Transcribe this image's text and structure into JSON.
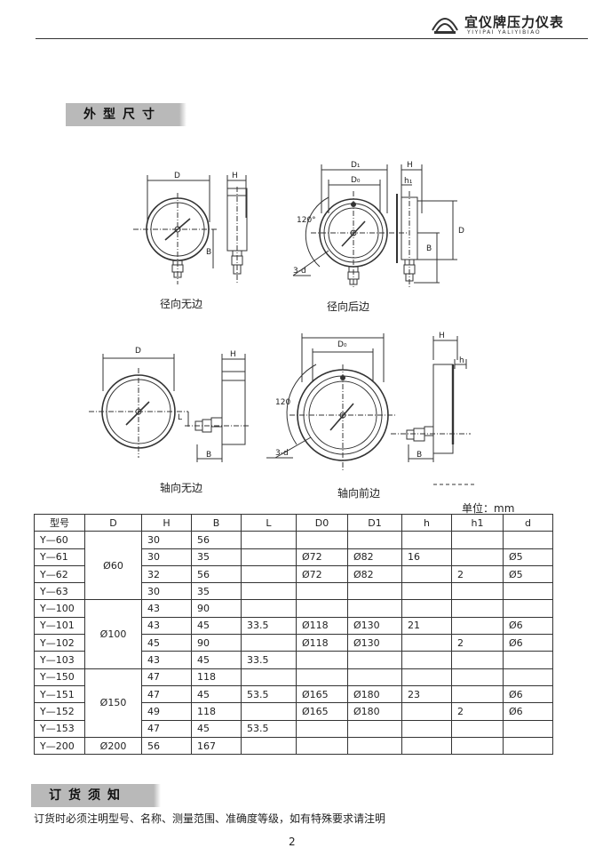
{
  "header": {
    "brand": "宜仪牌压力仪表",
    "brand_sub": "YIYIPAI YALIYIBIAO"
  },
  "section_outline": {
    "title": "外型尺寸"
  },
  "figures": {
    "radial_no_flange": {
      "caption": "径向无边",
      "label_D": "D",
      "label_H": "H",
      "label_B": "B"
    },
    "radial_back_flange": {
      "caption": "径向后边",
      "label_D1": "D₁",
      "label_D0": "D₀",
      "label_H": "H",
      "label_h1": "h₁",
      "label_angle": "120°",
      "label_holes": "3-d",
      "label_B": "B",
      "label_D": "D"
    },
    "axial_no_flange": {
      "caption": "轴向无边",
      "label_D": "D",
      "label_H": "H",
      "label_L": "L",
      "label_B": "B"
    },
    "axial_front_flange": {
      "caption": "轴向前边",
      "label_D0": "D₀",
      "label_angle": "120",
      "label_holes": "3-d",
      "label_H": "H",
      "label_h": "h",
      "label_B": "B"
    }
  },
  "unit_label": "单位：mm",
  "table": {
    "headers": [
      "型号",
      "D",
      "H",
      "B",
      "L",
      "D0",
      "D1",
      "h",
      "h1",
      "d"
    ],
    "rows": [
      [
        "Y—60",
        "",
        "30",
        "56",
        "",
        "",
        "",
        "",
        "",
        ""
      ],
      [
        "Y—61",
        "Ø60",
        "30",
        "35",
        "",
        "Ø72",
        "Ø82",
        "16",
        "",
        "Ø5"
      ],
      [
        "Y—62",
        "",
        "32",
        "56",
        "",
        "Ø72",
        "Ø82",
        "",
        "2",
        "Ø5"
      ],
      [
        "Y—63",
        "",
        "30",
        "35",
        "",
        "",
        "",
        "",
        "",
        ""
      ],
      [
        "Y—100",
        "",
        "43",
        "90",
        "",
        "",
        "",
        "",
        "",
        ""
      ],
      [
        "Y—101",
        "Ø100",
        "43",
        "45",
        "33.5",
        "Ø118",
        "Ø130",
        "21",
        "",
        "Ø6"
      ],
      [
        "Y—102",
        "",
        "45",
        "90",
        "",
        "Ø118",
        "Ø130",
        "",
        "2",
        "Ø6"
      ],
      [
        "Y—103",
        "",
        "43",
        "45",
        "33.5",
        "",
        "",
        "",
        "",
        ""
      ],
      [
        "Y—150",
        "",
        "47",
        "118",
        "",
        "",
        "",
        "",
        "",
        ""
      ],
      [
        "Y—151",
        "Ø150",
        "47",
        "45",
        "53.5",
        "Ø165",
        "Ø180",
        "23",
        "",
        "Ø6"
      ],
      [
        "Y—152",
        "",
        "49",
        "118",
        "",
        "Ø165",
        "Ø180",
        "",
        "2",
        "Ø6"
      ],
      [
        "Y—153",
        "",
        "47",
        "45",
        "53.5",
        "",
        "",
        "",
        "",
        ""
      ],
      [
        "Y—200",
        "Ø200",
        "56",
        "167",
        "",
        "",
        "",
        "",
        "",
        ""
      ]
    ]
  },
  "section_order": {
    "title": "订货须知"
  },
  "order_note": "订货时必须注明型号、名称、测量范围、准确度等级，如有特殊要求请注明",
  "page_number": "2"
}
